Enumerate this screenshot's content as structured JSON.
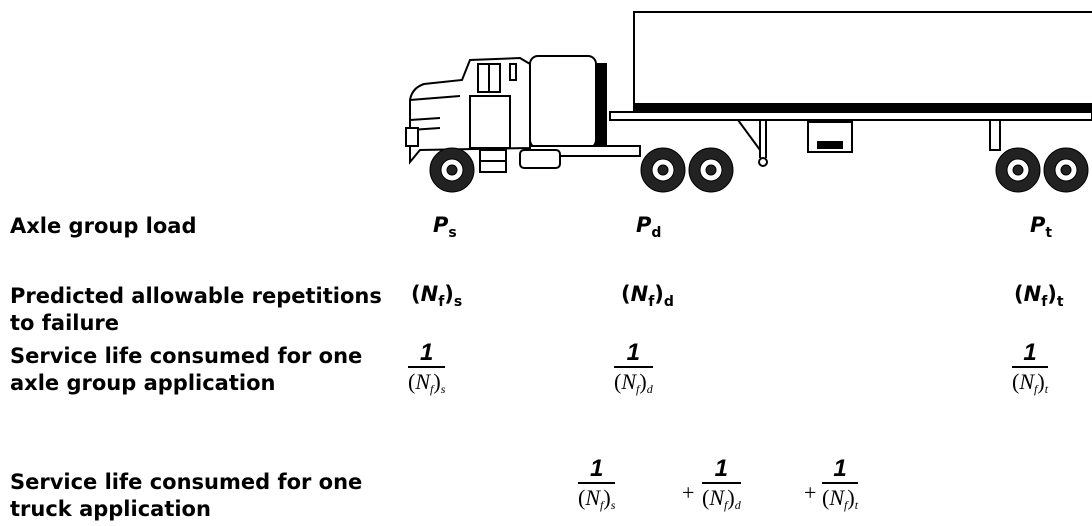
{
  "labels": {
    "axle_load": "Axle group load",
    "allowable_reps": "Predicted allowable repetitions to failure",
    "life_axle": "Service life consumed for one axle group application",
    "life_truck": "Service life consumed for one truck application"
  },
  "groups": [
    {
      "id": "s",
      "load_symbol": "P",
      "sub": "s",
      "n_symbol": "N",
      "n_sub": "f",
      "group_sub": "s"
    },
    {
      "id": "d",
      "load_symbol": "P",
      "sub": "d",
      "n_symbol": "N",
      "n_sub": "f",
      "group_sub": "d"
    },
    {
      "id": "t",
      "load_symbol": "P",
      "sub": "t",
      "n_symbol": "N",
      "n_sub": "f",
      "group_sub": "t"
    }
  ],
  "fraction": {
    "numerator": "1",
    "open": "(",
    "close": ")"
  },
  "operator": "+",
  "colors": {
    "ink": "#000000",
    "background": "#ffffff",
    "tire": "#222222"
  }
}
